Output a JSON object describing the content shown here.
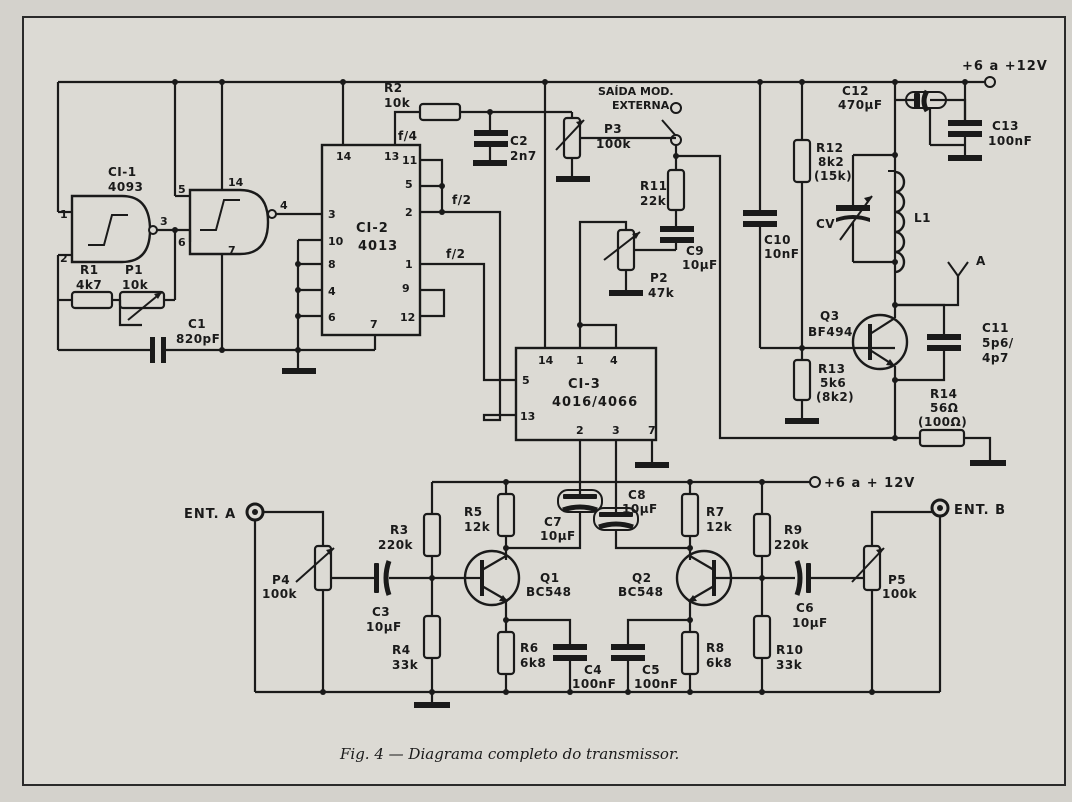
{
  "caption": "Fig. 4 — Diagrama completo do transmissor.",
  "supply": {
    "top": "+6 a +12V",
    "mid": "+6 a + 12V"
  },
  "ic": {
    "ci1": {
      "name": "CI-1",
      "part": "4093"
    },
    "ci2": {
      "name": "CI-2",
      "part": "4013"
    },
    "ci3": {
      "name": "CI-3",
      "part": "4016/4066"
    }
  },
  "pins": {
    "g1_in1": "1",
    "g1_in2": "2",
    "g1_out": "3",
    "g2_in1": "5",
    "g2_in2": "6",
    "g2_vdd": "14",
    "g2_vss": "7",
    "g2_out": "4",
    "ci2_14": "14",
    "ci2_13": "13",
    "ci2_11": "11",
    "ci2_5": "5",
    "ci2_3": "3",
    "ci2_2": "2",
    "ci2_10": "10",
    "ci2_8": "8",
    "ci2_4": "4",
    "ci2_6": "6",
    "ci2_7": "7",
    "ci2_1": "1",
    "ci2_9": "9",
    "ci2_12": "12",
    "ci3_14": "14",
    "ci3_1": "1",
    "ci3_4": "4",
    "ci3_5": "5",
    "ci3_13": "13",
    "ci3_2": "2",
    "ci3_3": "3",
    "ci3_7": "7"
  },
  "signals": {
    "f4": "f/4",
    "f2a": "f/2",
    "f2b": "f/2"
  },
  "components": {
    "R1": {
      "name": "R1",
      "value": "4k7"
    },
    "P1": {
      "name": "P1",
      "value": "10k"
    },
    "C1": {
      "name": "C1",
      "value": "820pF"
    },
    "R2": {
      "name": "R2",
      "value": "10k"
    },
    "C2": {
      "name": "C2",
      "value": "2n7"
    },
    "P3": {
      "name": "P3",
      "value": "100k"
    },
    "ext": {
      "line1": "SAÍDA MOD.",
      "line2": "EXTERNA"
    },
    "R11": {
      "name": "R11",
      "value": "22k"
    },
    "C9": {
      "name": "C9",
      "value": "10μF"
    },
    "P2": {
      "name": "P2",
      "value": "47k"
    },
    "C10": {
      "name": "C10",
      "value": "10nF"
    },
    "R12": {
      "name": "R12",
      "value": "8k2",
      "alt": "(15k)"
    },
    "R13": {
      "name": "R13",
      "value": "5k6",
      "alt": "(8k2)"
    },
    "CV": {
      "name": "CV"
    },
    "L1": {
      "name": "L1"
    },
    "A": {
      "name": "A"
    },
    "C12": {
      "name": "C12",
      "value": "470μF"
    },
    "C13": {
      "name": "C13",
      "value": "100nF"
    },
    "Q3": {
      "name": "Q3",
      "value": "BF494"
    },
    "C11": {
      "name": "C11",
      "value": "5p6/",
      "alt": "4p7"
    },
    "R14": {
      "name": "R14",
      "value": "56Ω",
      "alt": "(100Ω)"
    },
    "R5": {
      "name": "R5",
      "value": "12k"
    },
    "R7": {
      "name": "R7",
      "value": "12k"
    },
    "C7": {
      "name": "C7",
      "value": "10μF"
    },
    "C8": {
      "name": "C8",
      "value": "10μF"
    },
    "R3": {
      "name": "R3",
      "value": "220k"
    },
    "R9": {
      "name": "R9",
      "value": "220k"
    },
    "Q1": {
      "name": "Q1",
      "value": "BC548"
    },
    "Q2": {
      "name": "Q2",
      "value": "BC548"
    },
    "P4": {
      "name": "P4",
      "value": "100k"
    },
    "P5": {
      "name": "P5",
      "value": "100k"
    },
    "C3": {
      "name": "C3",
      "value": "10μF"
    },
    "C6": {
      "name": "C6",
      "value": "10μF"
    },
    "R4": {
      "name": "R4",
      "value": "33k"
    },
    "R10": {
      "name": "R10",
      "value": "33k"
    },
    "R6": {
      "name": "R6",
      "value": "6k8"
    },
    "R8": {
      "name": "R8",
      "value": "6k8"
    },
    "C4": {
      "name": "C4",
      "value": "100nF"
    },
    "C5": {
      "name": "C5",
      "value": "100nF"
    },
    "entA": "ENT. A",
    "entB": "ENT. B"
  }
}
